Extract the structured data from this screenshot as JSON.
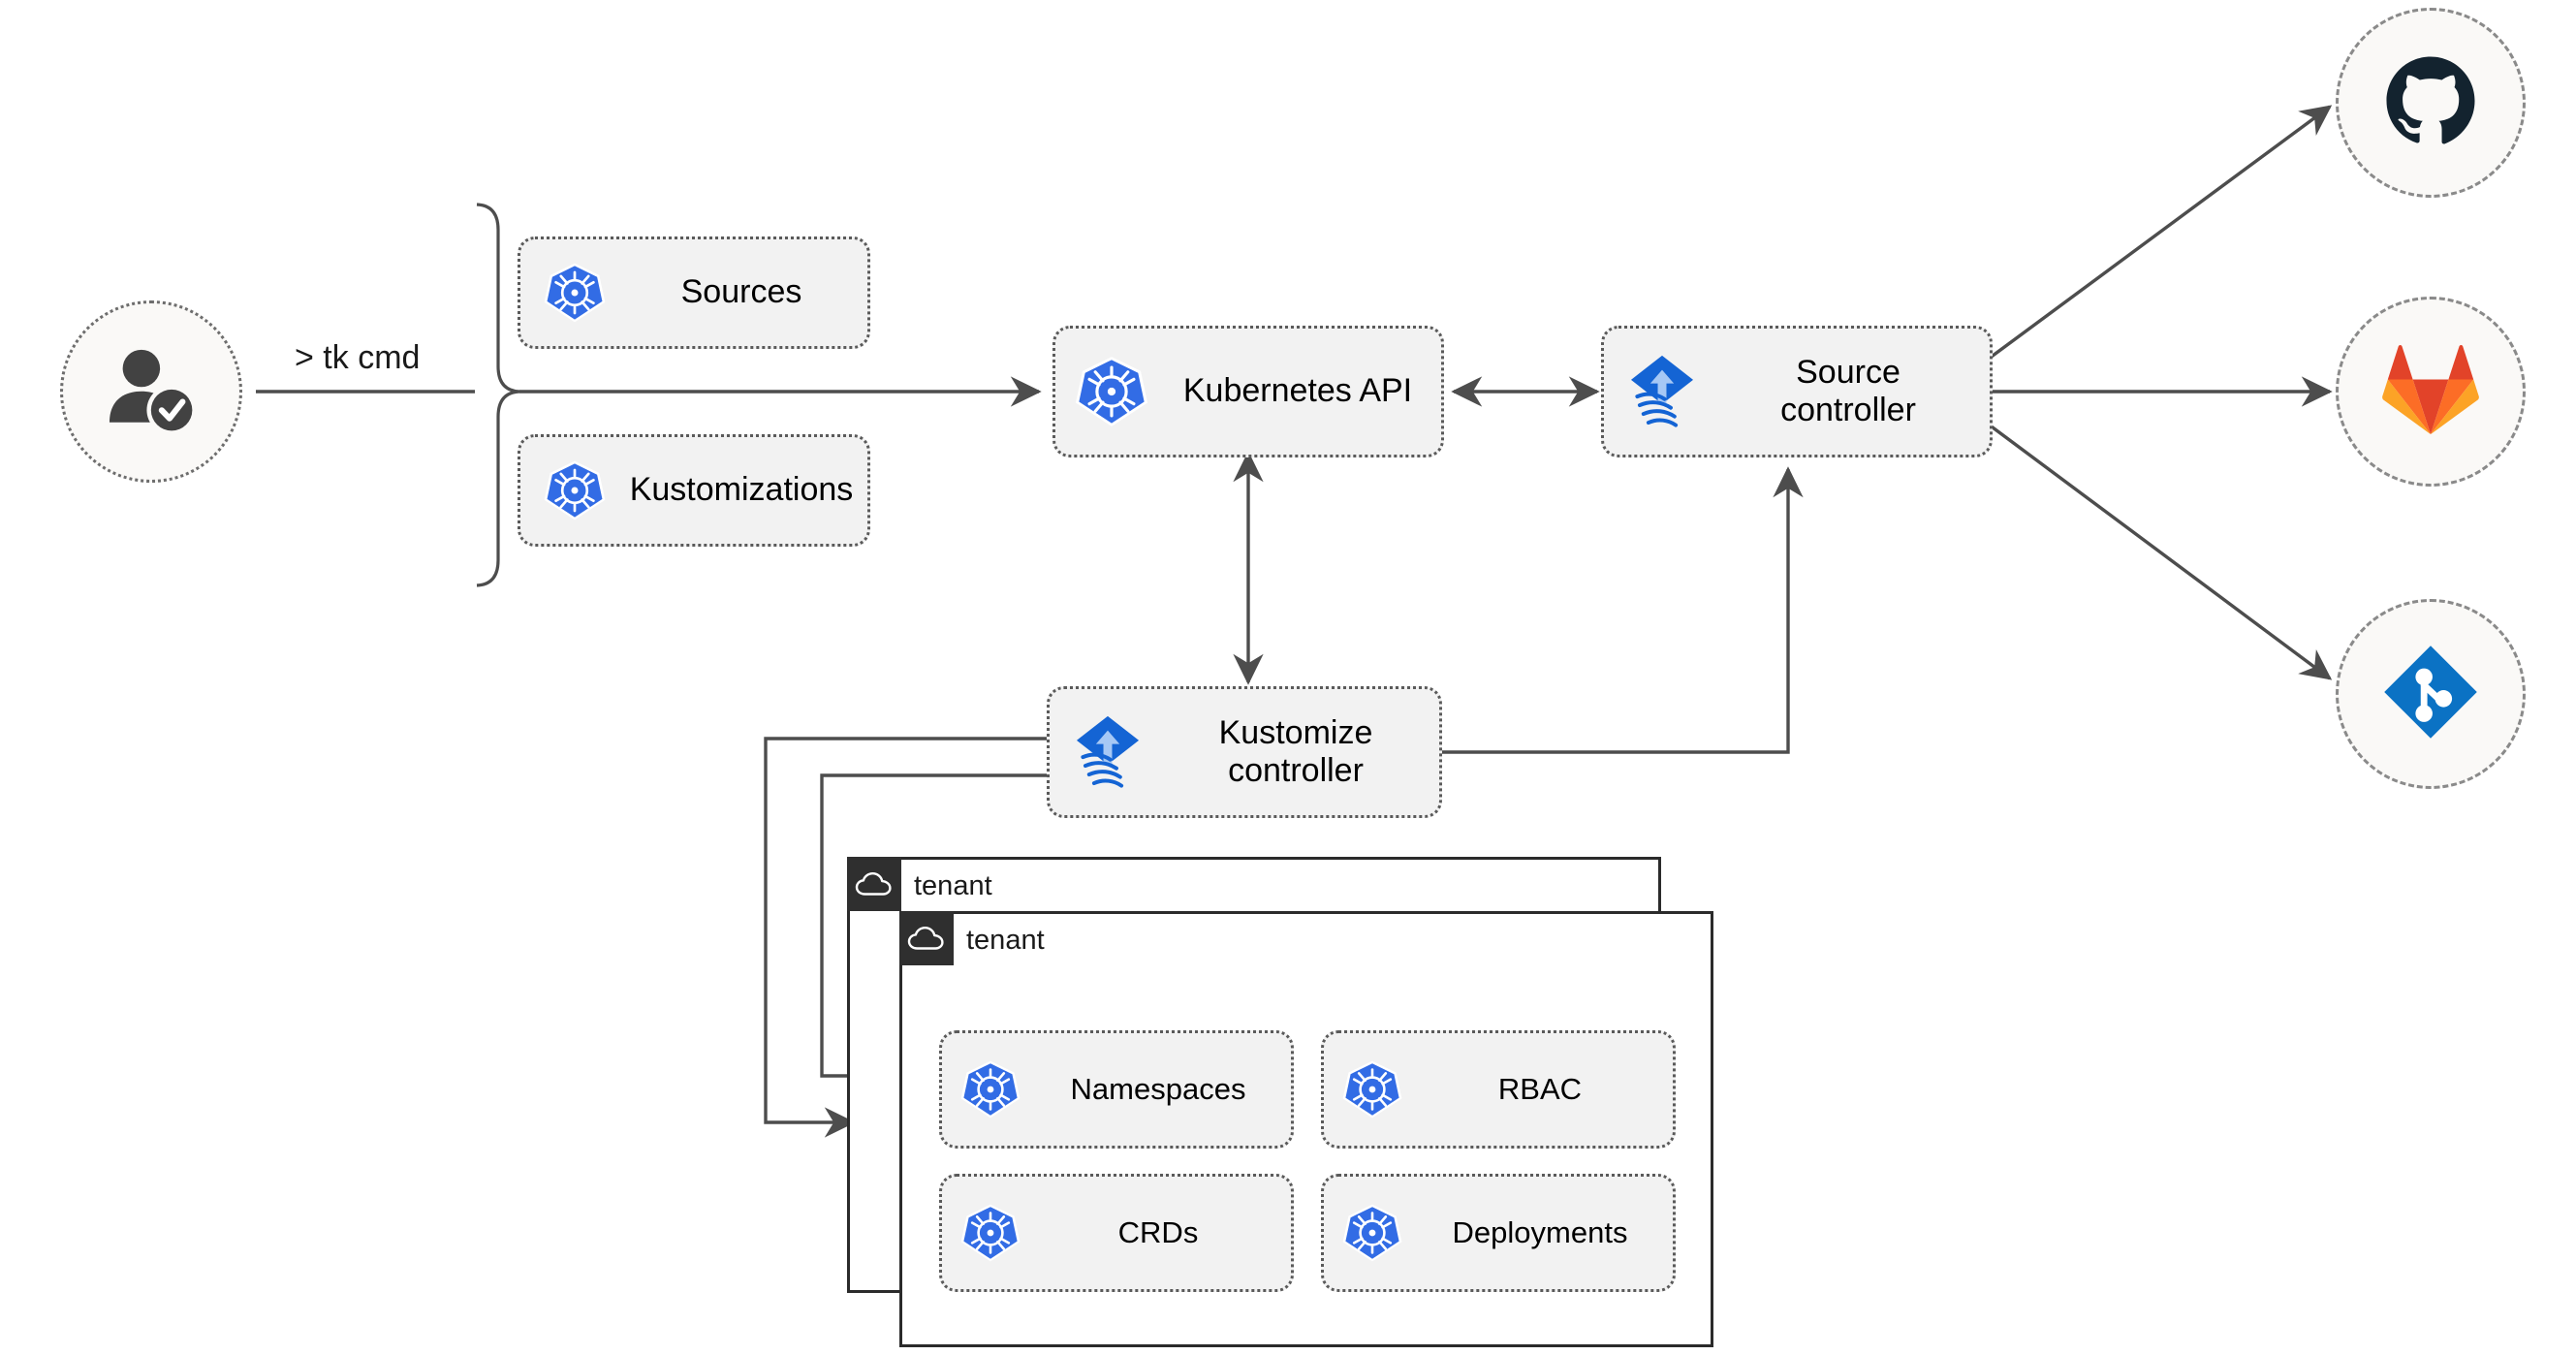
{
  "diagram": {
    "title": "Flux multi-tenancy GitOps architecture",
    "colors": {
      "kubernetes_blue": "#326CE5",
      "flux_blue": "#1464D4",
      "flux_arrow": "#A6C8F5",
      "github_dark": "#13232F",
      "gitlab_red": "#E24329",
      "gitlab_orange": "#FC6D26",
      "gitlab_amber": "#FCA326",
      "git_blue": "#0B72C4",
      "node_fill": "#F2F2F2",
      "node_border": "#5A5A5A",
      "circle_fill": "#FAF9F7",
      "tenant_border": "#2B2B2B",
      "tenant_tab": "#2F2F2F",
      "wire": "#4D4D4D",
      "user_gray": "#424242"
    }
  },
  "actor": {
    "name": "user-with-check",
    "icon": "user-verified-icon"
  },
  "command": {
    "label": "> tk cmd"
  },
  "resource_group": {
    "brace": "right-curly-brace",
    "items": [
      {
        "label": "Sources",
        "icon": "kubernetes-icon"
      },
      {
        "label": "Kustomizations",
        "icon": "kubernetes-icon"
      }
    ]
  },
  "nodes": {
    "kubernetes_api": {
      "label": "Kubernetes API",
      "icon": "kubernetes-icon"
    },
    "source_controller": {
      "label": "Source\ncontroller",
      "icon": "flux-icon"
    },
    "kustomize_controller": {
      "label": "Kustomize\ncontroller",
      "icon": "flux-icon"
    }
  },
  "git_providers": [
    {
      "name": "github",
      "icon": "github-icon"
    },
    {
      "name": "gitlab",
      "icon": "gitlab-icon"
    },
    {
      "name": "git",
      "icon": "git-repository-icon"
    }
  ],
  "tenants": [
    {
      "title": "tenant",
      "icon": "cloud-icon",
      "resources": []
    },
    {
      "title": "tenant",
      "icon": "cloud-icon",
      "resources": [
        {
          "label": "Namespaces",
          "icon": "kubernetes-icon"
        },
        {
          "label": "RBAC",
          "icon": "kubernetes-icon"
        },
        {
          "label": "CRDs",
          "icon": "kubernetes-icon"
        },
        {
          "label": "Deployments",
          "icon": "kubernetes-icon"
        }
      ]
    }
  ],
  "connections": [
    {
      "from": "user",
      "to": "resource-group-brace",
      "label": "> tk cmd",
      "arrow": "none"
    },
    {
      "from": "resource-group-brace",
      "to": "kubernetes-api",
      "arrow": "single"
    },
    {
      "from": "kubernetes-api",
      "to": "source-controller",
      "arrow": "double"
    },
    {
      "from": "kubernetes-api",
      "to": "kustomize-controller",
      "arrow": "double"
    },
    {
      "from": "kustomize-controller",
      "to": "source-controller",
      "arrow": "single"
    },
    {
      "from": "source-controller",
      "to": "github",
      "arrow": "single"
    },
    {
      "from": "source-controller",
      "to": "gitlab",
      "arrow": "single"
    },
    {
      "from": "source-controller",
      "to": "git",
      "arrow": "single"
    },
    {
      "from": "kustomize-controller",
      "to": "tenant-1",
      "arrow": "single"
    },
    {
      "from": "kustomize-controller",
      "to": "tenant-2",
      "arrow": "single"
    }
  ]
}
